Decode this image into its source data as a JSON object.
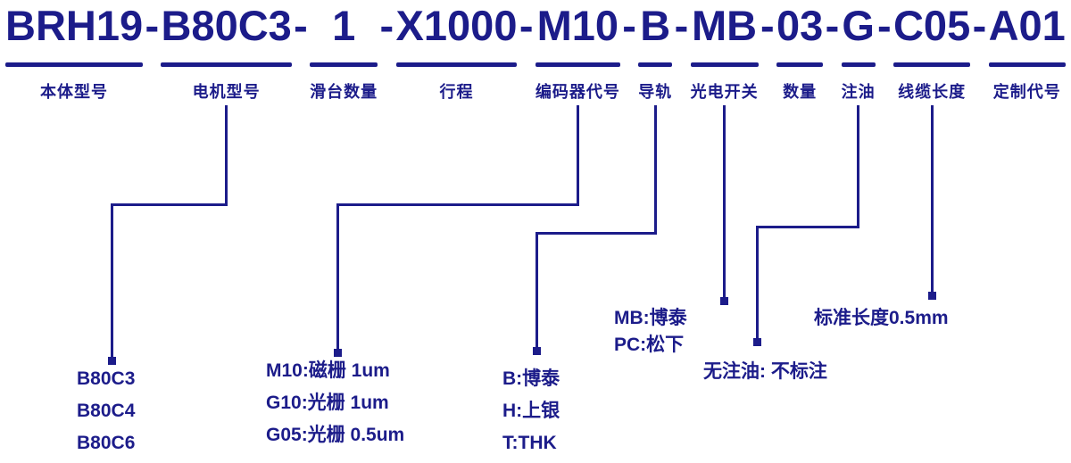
{
  "colors": {
    "ink": "#1c1c8a",
    "background": "#ffffff"
  },
  "code": {
    "separator": "-",
    "segments": [
      {
        "text": "BRH19",
        "label": "本体型号"
      },
      {
        "text": "B80C3",
        "label": "电机型号"
      },
      {
        "text": "1",
        "label": "滑台数量"
      },
      {
        "text": "X1000",
        "label": "行程"
      },
      {
        "text": "M10",
        "label": "编码器代号"
      },
      {
        "text": "B",
        "label": "导轨"
      },
      {
        "text": "MB",
        "label": "光电开关"
      },
      {
        "text": "03",
        "label": "数量"
      },
      {
        "text": "G",
        "label": "注油"
      },
      {
        "text": "C05",
        "label": "线缆长度"
      },
      {
        "text": "A01",
        "label": "定制代号"
      }
    ]
  },
  "annotations": {
    "motor_models": [
      "B80C3",
      "B80C4",
      "B80C6"
    ],
    "encoder_codes": [
      "M10:磁栅 1um",
      "G10:光栅 1um",
      "G05:光栅 0.5um"
    ],
    "guide_rails": [
      "B:博泰",
      "H:上银",
      "T:THK"
    ],
    "photo_switches": [
      "MB:博泰",
      "PC:松下"
    ],
    "oiling_note": "无注油: 不标注",
    "cable_length_note": "标准长度0.5mm"
  }
}
